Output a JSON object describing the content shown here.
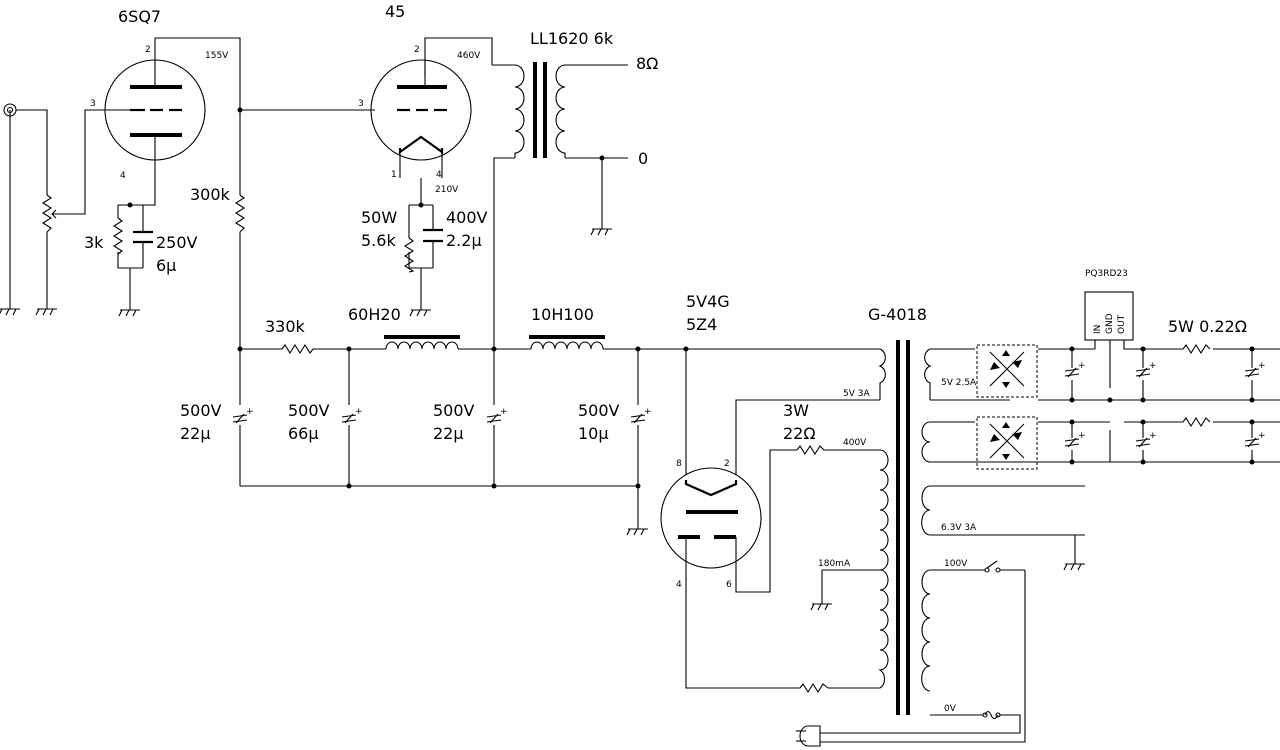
{
  "tubes": {
    "driver": {
      "name": "6SQ7",
      "pin_plate": "2",
      "pin_grid": "3",
      "pin_cathode": "4"
    },
    "output": {
      "name": "45",
      "pin_plate": "2",
      "pin_grid": "3",
      "pin_fil_a": "1",
      "pin_fil_b": "4"
    },
    "rectifier": {
      "name": "5V4G",
      "alt": "5Z4",
      "pin_8": "8",
      "pin_2": "2",
      "pin_4": "4",
      "pin_6": "6"
    }
  },
  "voltages": {
    "driver_plate": "155V",
    "output_plate": "460V",
    "output_cathode": "210V"
  },
  "output_transformer": {
    "name": "LL1620 6k",
    "tap_8": "8Ω",
    "tap_0": "0"
  },
  "driver_cathode": {
    "resistor": "3k",
    "cap_voltage": "250V",
    "cap_value": "6μ"
  },
  "output_cathode": {
    "resistor_power": "50W",
    "resistor_value": "5.6k",
    "cap_voltage": "400V",
    "cap_value": "2.2μ"
  },
  "plate_resistor": "300k",
  "filter": {
    "resistor": "330k",
    "choke1": "60H20",
    "choke2": "10H100",
    "caps": [
      {
        "voltage": "500V",
        "value": "22μ"
      },
      {
        "voltage": "500V",
        "value": "66μ"
      },
      {
        "voltage": "500V",
        "value": "22μ"
      },
      {
        "voltage": "500V",
        "value": "10μ"
      }
    ]
  },
  "rect_resistor": {
    "power": "3W",
    "value": "22Ω"
  },
  "power_transformer": {
    "name": "G-4018",
    "w5v": "5V 3A",
    "hv": "400V",
    "current": "180mA",
    "w52": "5V 2.5A",
    "w63": "6.3V 3A",
    "mains": "100V",
    "zero": "0V"
  },
  "regulator": {
    "name": "PQ3RD23",
    "pin_in": "IN",
    "pin_gnd": "GND",
    "pin_out": "OUT"
  },
  "filament_resistor": "5W 0.22Ω"
}
